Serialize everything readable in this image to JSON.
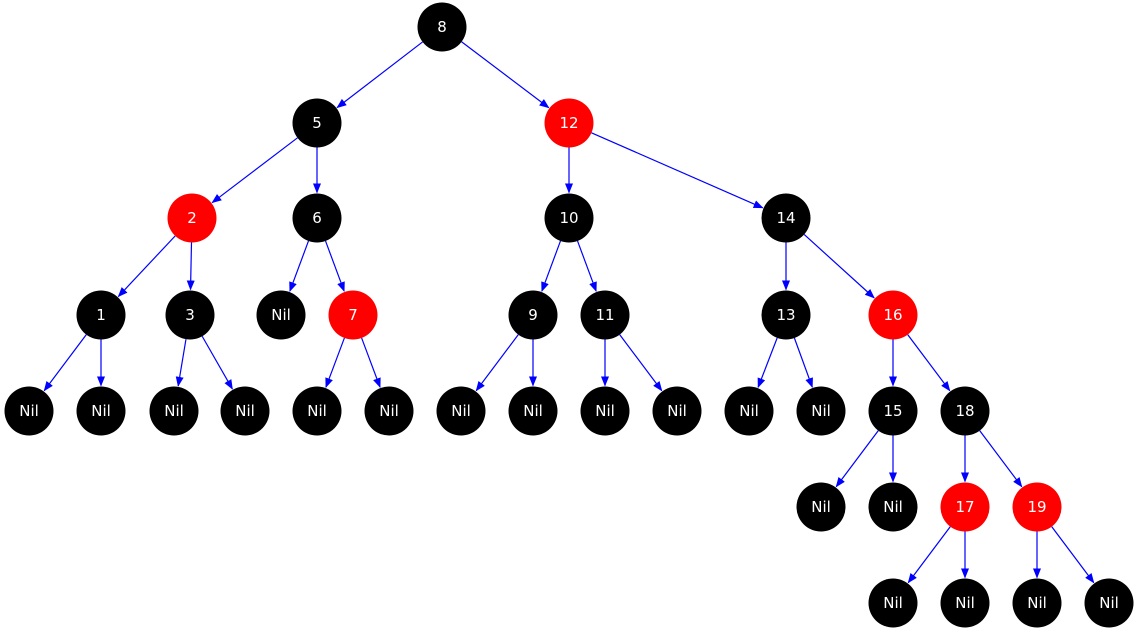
{
  "title": "Red-black tree",
  "colors": {
    "black": "#000000",
    "red": "#ff0000",
    "edge": "#0000ff",
    "text": "#ffffff"
  },
  "nodes": [
    {
      "id": "n8",
      "label": "8",
      "color": "black"
    },
    {
      "id": "n5",
      "label": "5",
      "color": "black"
    },
    {
      "id": "n12",
      "label": "12",
      "color": "red"
    },
    {
      "id": "n2",
      "label": "2",
      "color": "red"
    },
    {
      "id": "n6",
      "label": "6",
      "color": "black"
    },
    {
      "id": "n10",
      "label": "10",
      "color": "black"
    },
    {
      "id": "n14",
      "label": "14",
      "color": "black"
    },
    {
      "id": "n1",
      "label": "1",
      "color": "black"
    },
    {
      "id": "n3",
      "label": "3",
      "color": "black"
    },
    {
      "id": "nil6",
      "label": "Nil",
      "color": "black"
    },
    {
      "id": "n7",
      "label": "7",
      "color": "red"
    },
    {
      "id": "n9",
      "label": "9",
      "color": "black"
    },
    {
      "id": "n11",
      "label": "11",
      "color": "black"
    },
    {
      "id": "n13",
      "label": "13",
      "color": "black"
    },
    {
      "id": "n16",
      "label": "16",
      "color": "red"
    },
    {
      "id": "nil1a",
      "label": "Nil",
      "color": "black"
    },
    {
      "id": "nil1b",
      "label": "Nil",
      "color": "black"
    },
    {
      "id": "nil3a",
      "label": "Nil",
      "color": "black"
    },
    {
      "id": "nil3b",
      "label": "Nil",
      "color": "black"
    },
    {
      "id": "nil7a",
      "label": "Nil",
      "color": "black"
    },
    {
      "id": "nil7b",
      "label": "Nil",
      "color": "black"
    },
    {
      "id": "nil9a",
      "label": "Nil",
      "color": "black"
    },
    {
      "id": "nil9b",
      "label": "Nil",
      "color": "black"
    },
    {
      "id": "nil11a",
      "label": "Nil",
      "color": "black"
    },
    {
      "id": "nil11b",
      "label": "Nil",
      "color": "black"
    },
    {
      "id": "nil13a",
      "label": "Nil",
      "color": "black"
    },
    {
      "id": "nil13b",
      "label": "Nil",
      "color": "black"
    },
    {
      "id": "n15",
      "label": "15",
      "color": "black"
    },
    {
      "id": "n18",
      "label": "18",
      "color": "black"
    },
    {
      "id": "nil15a",
      "label": "Nil",
      "color": "black"
    },
    {
      "id": "nil15b",
      "label": "Nil",
      "color": "black"
    },
    {
      "id": "n17",
      "label": "17",
      "color": "red"
    },
    {
      "id": "n19",
      "label": "19",
      "color": "red"
    },
    {
      "id": "nil17a",
      "label": "Nil",
      "color": "black"
    },
    {
      "id": "nil17b",
      "label": "Nil",
      "color": "black"
    },
    {
      "id": "nil19a",
      "label": "Nil",
      "color": "black"
    },
    {
      "id": "nil19b",
      "label": "Nil",
      "color": "black"
    }
  ],
  "edges": [
    [
      "n8",
      "n5"
    ],
    [
      "n8",
      "n12"
    ],
    [
      "n5",
      "n2"
    ],
    [
      "n5",
      "n6"
    ],
    [
      "n12",
      "n10"
    ],
    [
      "n12",
      "n14"
    ],
    [
      "n2",
      "n1"
    ],
    [
      "n2",
      "n3"
    ],
    [
      "n6",
      "nil6"
    ],
    [
      "n6",
      "n7"
    ],
    [
      "n10",
      "n9"
    ],
    [
      "n10",
      "n11"
    ],
    [
      "n14",
      "n13"
    ],
    [
      "n14",
      "n16"
    ],
    [
      "n1",
      "nil1a"
    ],
    [
      "n1",
      "nil1b"
    ],
    [
      "n3",
      "nil3a"
    ],
    [
      "n3",
      "nil3b"
    ],
    [
      "n7",
      "nil7a"
    ],
    [
      "n7",
      "nil7b"
    ],
    [
      "n9",
      "nil9a"
    ],
    [
      "n9",
      "nil9b"
    ],
    [
      "n11",
      "nil11a"
    ],
    [
      "n11",
      "nil11b"
    ],
    [
      "n13",
      "nil13a"
    ],
    [
      "n13",
      "nil13b"
    ],
    [
      "n16",
      "n15"
    ],
    [
      "n16",
      "n18"
    ],
    [
      "n15",
      "nil15a"
    ],
    [
      "n15",
      "nil15b"
    ],
    [
      "n18",
      "n17"
    ],
    [
      "n18",
      "n19"
    ],
    [
      "n17",
      "nil17a"
    ],
    [
      "n17",
      "nil17b"
    ],
    [
      "n19",
      "nil19a"
    ],
    [
      "n19",
      "nil19b"
    ]
  ]
}
